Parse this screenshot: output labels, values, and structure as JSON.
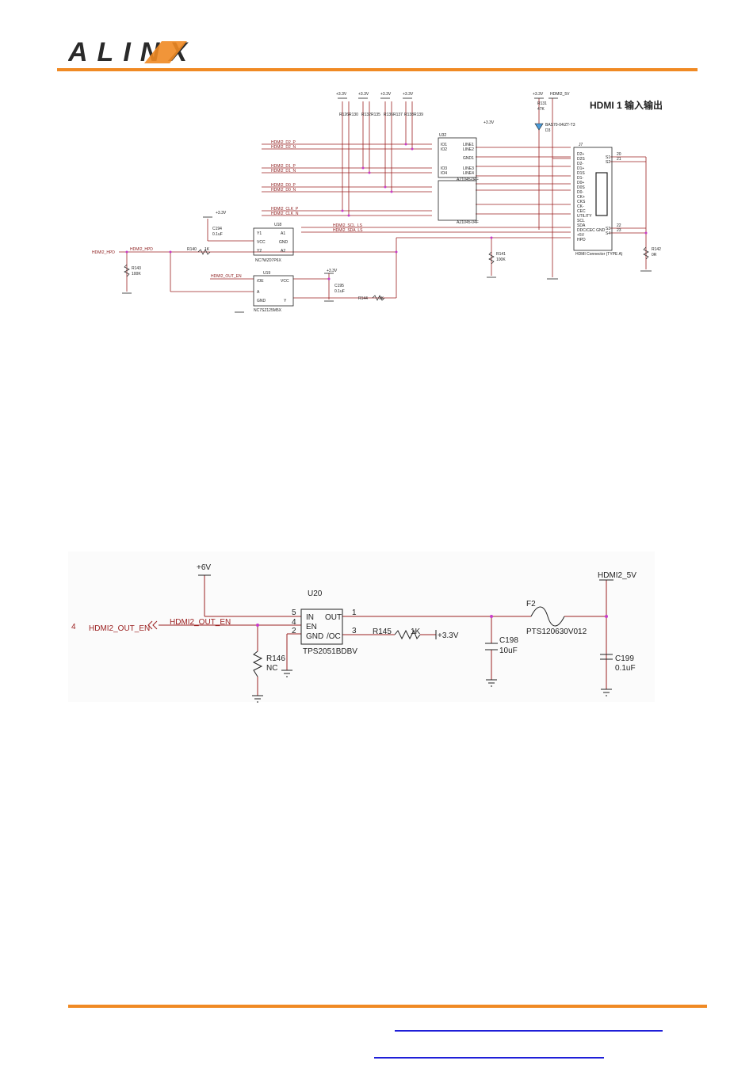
{
  "header": {
    "logo_text": "ALINX",
    "brand_color": "#f08a24"
  },
  "schematic_top": {
    "title": "HDMI 1 输入输出",
    "power_labels": [
      "+3.3V",
      "+3.3V",
      "+3.3V",
      "+3.3V",
      "+3.3V",
      "+3.3V",
      "+3.3V",
      "+3.3V"
    ],
    "hdmi_5v": "HDMI2_5V",
    "resistor_arrays": [
      "R126R130",
      "R132R135",
      "R136R137",
      "R138R139"
    ],
    "esd_chip_1": "U32",
    "esd_chip_1_part": "AZ1045-04F",
    "esd_chip_2": "AZ1045-04F",
    "esd_pins_left": [
      "IO1",
      "IO2",
      "IO3",
      "IO4"
    ],
    "esd_pins_right": [
      "LINE1",
      "LINE2",
      "GND1",
      "LINE3",
      "LINE4"
    ],
    "led_ref": "D3",
    "led_part": "BAS70-04/ZT-T3",
    "r131": "R131",
    "r131_val": "47K",
    "nets_left": [
      "HDMI2_D2_P",
      "HDMI2_D2_N",
      "HDMI2_D1_P",
      "HDMI2_D1_N",
      "HDMI2_D0_P",
      "HDMI2_D0_N",
      "HDMI2_CLK_P",
      "HDMI2_CLK_N"
    ],
    "nets_ddc": [
      "HDMI2_SCL_LS",
      "HDMI2_SDA_LS"
    ],
    "connector_ref": "J7",
    "connector_name": "HDMI Connector (TYPE A)",
    "connector_pins": [
      "D2+",
      "D2S",
      "D2-",
      "D1+",
      "D1S",
      "D1-",
      "D0+",
      "D0S",
      "D0-",
      "CK+",
      "CKS",
      "CK-",
      "CEC",
      "UTILITY",
      "SCL",
      "SDA",
      "DDC/CEC GND",
      "+5V",
      "HPD"
    ],
    "shield_pins": [
      "20",
      "21",
      "22",
      "23"
    ],
    "shield_labels": [
      "S1",
      "S2",
      "S3",
      "S4"
    ],
    "r142": "R142",
    "r142_val": "0R",
    "r141": "R141",
    "r141_val": "100K",
    "level_shift_ref": "U18",
    "level_shift_part": "NC7WZ07P6X",
    "level_shift_pins": [
      "Y1",
      "VCC",
      "Y2",
      "A1",
      "GND",
      "A2"
    ],
    "cap_c194": "C194",
    "cap_c194_val": "0.1uF",
    "hpd_net": "HDMI2_HPD",
    "r143": "R143",
    "r143_val": "100K",
    "r140": "R140",
    "r140_val": "1K",
    "buffer_ref": "U19",
    "buffer_part": "NC7SZ125M5X",
    "buffer_pins": [
      "/OE",
      "A",
      "GND",
      "VCC",
      "Y"
    ],
    "out_en_net": "HDMI2_OUT_EN",
    "cap_c195": "C195",
    "cap_c195_val": "0.1uF",
    "r144": "R144",
    "r144_val": "1K"
  },
  "schematic_bottom": {
    "supply_6v": "+6V",
    "chip_ref": "U20",
    "chip_part": "TPS2051BDBV",
    "pin_in": "IN",
    "pin_en": "EN",
    "pin_gnd": "GND",
    "pin_oc": "/OC",
    "pin_out": "OUT",
    "pin_num_5": "5",
    "pin_num_4": "4",
    "pin_num_2": "2",
    "pin_num_1": "1",
    "pin_num_3": "3",
    "sheet_ref": "4",
    "net_en": "HDMI2_OUT_EN",
    "net_en_label": "HDMI2_OUT_EN",
    "r146": "R146",
    "r146_val": "NC",
    "r145": "R145",
    "r145_val": "1K",
    "supply_3v3": "+3.3V",
    "c198": "C198",
    "c198_val": "10uF",
    "fuse_ref": "F2",
    "fuse_part": "PTS120630V012",
    "hdmi_5v": "HDMI2_5V",
    "c199": "C199",
    "c199_val": "0.1uF"
  },
  "colors": {
    "wire": "#9b2020",
    "junction": "#c83cc8",
    "ink": "#222222",
    "link": "#1f1fd8"
  }
}
